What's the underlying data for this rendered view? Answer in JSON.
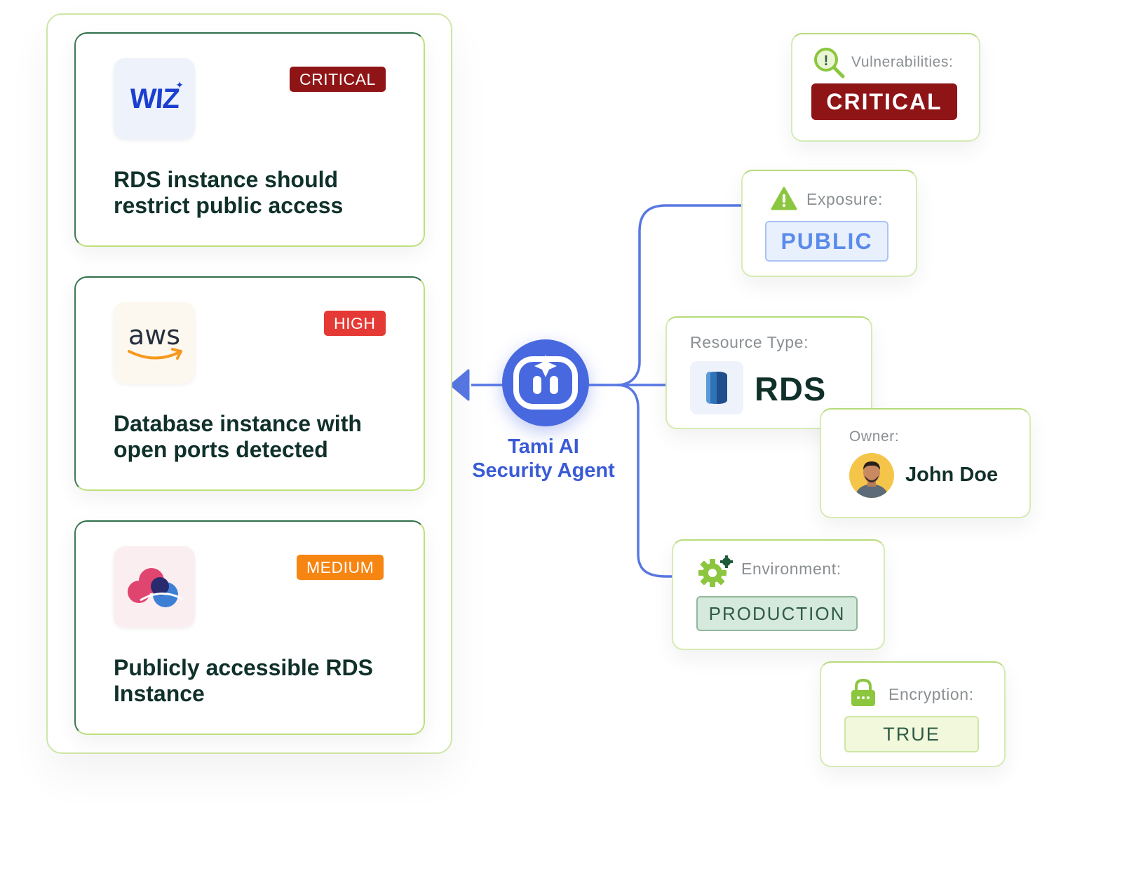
{
  "findings": [
    {
      "source_logo": "wiz-logo",
      "logo_text": "WIZ",
      "severity": "CRITICAL",
      "severity_color": "#8f1416",
      "title": "RDS instance should restrict public access"
    },
    {
      "source_logo": "aws-logo",
      "logo_text": "aws",
      "severity": "HIGH",
      "severity_color": "#e53935",
      "title": "Database instance with open ports detected"
    },
    {
      "source_logo": "cloud-logo",
      "severity": "MEDIUM",
      "severity_color": "#f68512",
      "title": "Publicly accessible RDS Instance"
    }
  ],
  "agent": {
    "icon": "robot-icon",
    "name_line1": "Tami AI",
    "name_line2": "Security Agent",
    "accent_color": "#4868df"
  },
  "attributes": {
    "vulnerabilities": {
      "label": "Vulnerabilities:",
      "value": "CRITICAL",
      "icon": "magnifier-alert-icon"
    },
    "exposure": {
      "label": "Exposure:",
      "value": "PUBLIC",
      "icon": "warning-icon"
    },
    "resource_type": {
      "label": "Resource Type:",
      "value": "RDS",
      "icon": "rds-database-icon"
    },
    "owner": {
      "label": "Owner:",
      "value": "John Doe",
      "icon": "avatar"
    },
    "environment": {
      "label": "Environment:",
      "value": "PRODUCTION",
      "icon": "gear-icon"
    },
    "encryption": {
      "label": "Encryption:",
      "value": "TRUE",
      "icon": "lock-icon"
    }
  }
}
